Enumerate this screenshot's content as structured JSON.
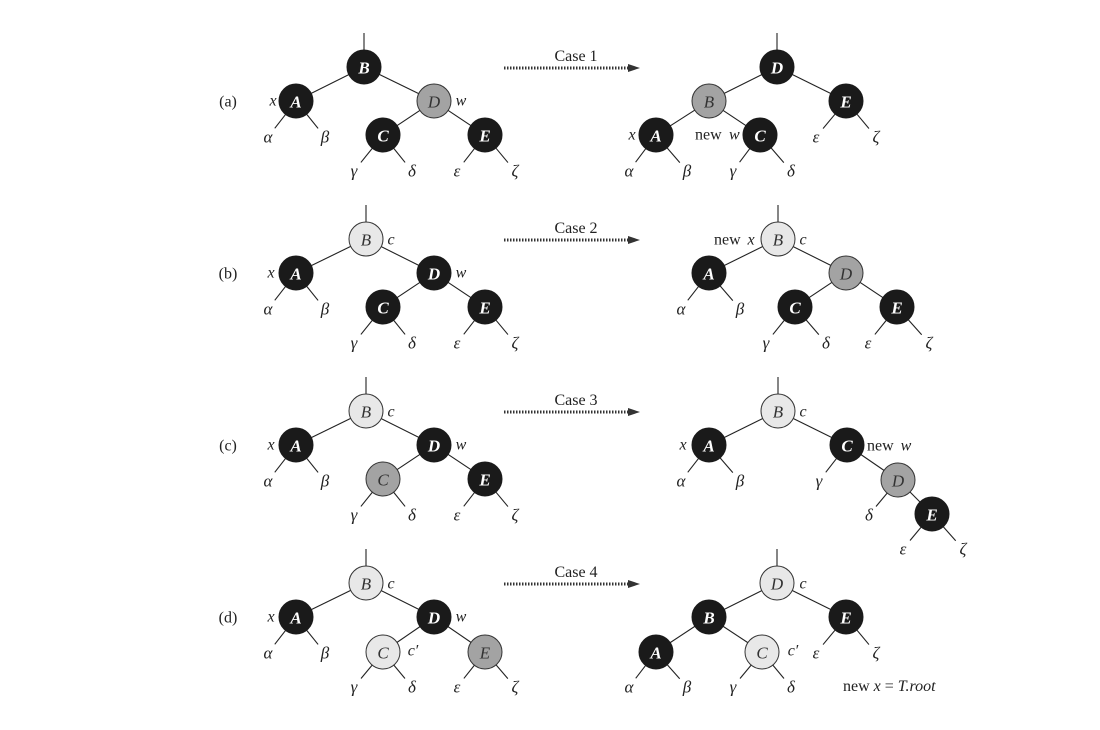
{
  "rows": [
    {
      "id": "a",
      "label": "(a)",
      "case_label": "Case 1",
      "left": {
        "nodes": [
          {
            "id": "B",
            "label": "B",
            "color": "black"
          },
          {
            "id": "A",
            "label": "A",
            "color": "black"
          },
          {
            "id": "D",
            "label": "D",
            "color": "gray"
          },
          {
            "id": "C",
            "label": "C",
            "color": "black"
          },
          {
            "id": "E",
            "label": "E",
            "color": "black"
          }
        ],
        "edges": [
          [
            "B",
            "A"
          ],
          [
            "B",
            "D"
          ],
          [
            "D",
            "C"
          ],
          [
            "D",
            "E"
          ]
        ],
        "subtrees": [
          "α",
          "β",
          "γ",
          "δ",
          "ε",
          "ζ"
        ],
        "annotations": [
          {
            "text": "x",
            "style": "italic"
          },
          {
            "text": "w",
            "style": "italic"
          }
        ]
      },
      "right": {
        "nodes": [
          {
            "id": "D",
            "label": "D",
            "color": "black"
          },
          {
            "id": "B",
            "label": "B",
            "color": "gray"
          },
          {
            "id": "E",
            "label": "E",
            "color": "black"
          },
          {
            "id": "A",
            "label": "A",
            "color": "black"
          },
          {
            "id": "C",
            "label": "C",
            "color": "black"
          }
        ],
        "edges": [
          [
            "D",
            "B"
          ],
          [
            "D",
            "E"
          ],
          [
            "B",
            "A"
          ],
          [
            "B",
            "C"
          ]
        ],
        "subtrees": [
          "α",
          "β",
          "γ",
          "δ",
          "ε",
          "ζ"
        ],
        "annotations": [
          {
            "text": "x",
            "style": "italic"
          },
          {
            "text": "new",
            "style": "roman"
          },
          {
            "text": "w",
            "style": "italic"
          }
        ]
      }
    },
    {
      "id": "b",
      "label": "(b)",
      "case_label": "Case 2",
      "left": {
        "nodes": [
          {
            "id": "B",
            "label": "B",
            "color": "light"
          },
          {
            "id": "A",
            "label": "A",
            "color": "black"
          },
          {
            "id": "D",
            "label": "D",
            "color": "black"
          },
          {
            "id": "C",
            "label": "C",
            "color": "black"
          },
          {
            "id": "E",
            "label": "E",
            "color": "black"
          }
        ],
        "edges": [
          [
            "B",
            "A"
          ],
          [
            "B",
            "D"
          ],
          [
            "D",
            "C"
          ],
          [
            "D",
            "E"
          ]
        ],
        "subtrees": [
          "α",
          "β",
          "γ",
          "δ",
          "ε",
          "ζ"
        ],
        "annotations": [
          {
            "text": "c",
            "style": "italic"
          },
          {
            "text": "x",
            "style": "italic"
          },
          {
            "text": "w",
            "style": "italic"
          }
        ]
      },
      "right": {
        "nodes": [
          {
            "id": "B",
            "label": "B",
            "color": "light"
          },
          {
            "id": "A",
            "label": "A",
            "color": "black"
          },
          {
            "id": "D",
            "label": "D",
            "color": "gray"
          },
          {
            "id": "C",
            "label": "C",
            "color": "black"
          },
          {
            "id": "E",
            "label": "E",
            "color": "black"
          }
        ],
        "edges": [
          [
            "B",
            "A"
          ],
          [
            "B",
            "D"
          ],
          [
            "D",
            "C"
          ],
          [
            "D",
            "E"
          ]
        ],
        "subtrees": [
          "α",
          "β",
          "γ",
          "δ",
          "ε",
          "ζ"
        ],
        "annotations": [
          {
            "text": "new",
            "style": "roman"
          },
          {
            "text": "x",
            "style": "italic"
          },
          {
            "text": "c",
            "style": "italic"
          }
        ]
      }
    },
    {
      "id": "c",
      "label": "(c)",
      "case_label": "Case 3",
      "left": {
        "nodes": [
          {
            "id": "B",
            "label": "B",
            "color": "light"
          },
          {
            "id": "A",
            "label": "A",
            "color": "black"
          },
          {
            "id": "D",
            "label": "D",
            "color": "black"
          },
          {
            "id": "C",
            "label": "C",
            "color": "gray"
          },
          {
            "id": "E",
            "label": "E",
            "color": "black"
          }
        ],
        "edges": [
          [
            "B",
            "A"
          ],
          [
            "B",
            "D"
          ],
          [
            "D",
            "C"
          ],
          [
            "D",
            "E"
          ]
        ],
        "subtrees": [
          "α",
          "β",
          "γ",
          "δ",
          "ε",
          "ζ"
        ],
        "annotations": [
          {
            "text": "c",
            "style": "italic"
          },
          {
            "text": "x",
            "style": "italic"
          },
          {
            "text": "w",
            "style": "italic"
          }
        ]
      },
      "right": {
        "nodes": [
          {
            "id": "B",
            "label": "B",
            "color": "light"
          },
          {
            "id": "A",
            "label": "A",
            "color": "black"
          },
          {
            "id": "C",
            "label": "C",
            "color": "black"
          },
          {
            "id": "D",
            "label": "D",
            "color": "gray"
          },
          {
            "id": "E",
            "label": "E",
            "color": "black"
          }
        ],
        "edges": [
          [
            "B",
            "A"
          ],
          [
            "B",
            "C"
          ],
          [
            "C",
            "D"
          ],
          [
            "D",
            "E"
          ]
        ],
        "subtrees": [
          "α",
          "β",
          "γ",
          "δ",
          "ε",
          "ζ"
        ],
        "annotations": [
          {
            "text": "c",
            "style": "italic"
          },
          {
            "text": "x",
            "style": "italic"
          },
          {
            "text": "new",
            "style": "roman"
          },
          {
            "text": "w",
            "style": "italic"
          }
        ]
      }
    },
    {
      "id": "d",
      "label": "(d)",
      "case_label": "Case 4",
      "left": {
        "nodes": [
          {
            "id": "B",
            "label": "B",
            "color": "light"
          },
          {
            "id": "A",
            "label": "A",
            "color": "black"
          },
          {
            "id": "D",
            "label": "D",
            "color": "black"
          },
          {
            "id": "C",
            "label": "C",
            "color": "light"
          },
          {
            "id": "E",
            "label": "E",
            "color": "gray"
          }
        ],
        "edges": [
          [
            "B",
            "A"
          ],
          [
            "B",
            "D"
          ],
          [
            "D",
            "C"
          ],
          [
            "D",
            "E"
          ]
        ],
        "subtrees": [
          "α",
          "β",
          "γ",
          "δ",
          "ε",
          "ζ"
        ],
        "annotations": [
          {
            "text": "c",
            "style": "italic"
          },
          {
            "text": "x",
            "style": "italic"
          },
          {
            "text": "w",
            "style": "italic"
          },
          {
            "text": "c′",
            "style": "italic"
          }
        ]
      },
      "right": {
        "nodes": [
          {
            "id": "D",
            "label": "D",
            "color": "light"
          },
          {
            "id": "B",
            "label": "B",
            "color": "black"
          },
          {
            "id": "E",
            "label": "E",
            "color": "black"
          },
          {
            "id": "A",
            "label": "A",
            "color": "black"
          },
          {
            "id": "C",
            "label": "C",
            "color": "light"
          }
        ],
        "edges": [
          [
            "D",
            "B"
          ],
          [
            "D",
            "E"
          ],
          [
            "B",
            "A"
          ],
          [
            "B",
            "C"
          ]
        ],
        "subtrees": [
          "α",
          "β",
          "γ",
          "δ",
          "ε",
          "ζ"
        ],
        "annotations": [
          {
            "text": "c",
            "style": "italic"
          },
          {
            "text": "c′",
            "style": "italic"
          },
          {
            "text": "new x = T.root",
            "style": "mixed"
          }
        ]
      }
    }
  ],
  "colors": {
    "black": "#1a1a1a",
    "gray": "#a3a3a3",
    "light": "#e8e8e8"
  }
}
